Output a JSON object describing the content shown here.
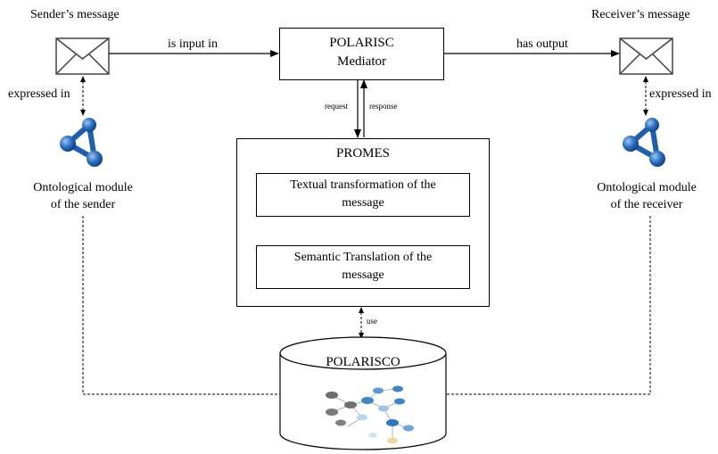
{
  "sender": {
    "title": "Sender’s message",
    "relation": "expressed in",
    "ontology_line1": "Ontological module",
    "ontology_line2": "of the sender"
  },
  "receiver": {
    "title": "Receiver’s message",
    "relation": "expressed in",
    "ontology_line1": "Ontological module",
    "ontology_line2": "of the receiver"
  },
  "mediator": {
    "line1": "POLARISC",
    "line2": "Mediator"
  },
  "edges": {
    "is_input_in": "is input in",
    "has_output": "has output",
    "request": "request",
    "response": "response",
    "use": "use"
  },
  "promes": {
    "title": "PROMES",
    "step1_line1": "Textual transformation of the",
    "step1_line2": "message",
    "step2_line1": "Semantic Translation of the",
    "step2_line2": "message"
  },
  "database": {
    "title": "POLARISCO"
  },
  "icons": {
    "message": "envelope-icon",
    "ontology": "network-icon"
  },
  "colors": {
    "ontology_blue": "#1f5fb0",
    "graph_grey": "#707070",
    "graph_blue": "#3b86c8"
  }
}
